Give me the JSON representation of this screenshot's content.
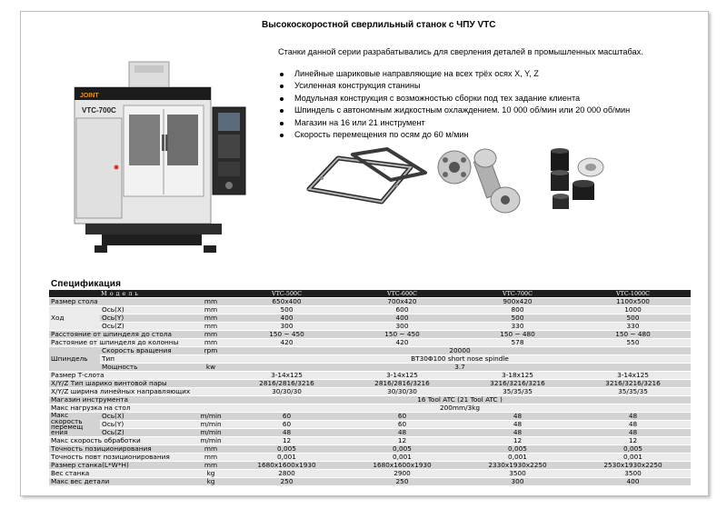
{
  "title": "Высокоскоростной сверлильный станок с ЧПУ VTC",
  "intro": "Станки данной серии разрабатывались для сверления деталей в промышленных масштабах.",
  "features": [
    "Линейные шариковые направляющие на всех трёх осях X, Y, Z",
    "Усиленная конструкция станины",
    "Модульная конструкция с возможностью сборки под тех задание клиента",
    "Шпиндель с автономным жидкостным охлаждением. 10 000 об/мин или 20 000 об/мин",
    "Магазин на 16 или 21 инструмент",
    "Скорость перемещения по осям до 60 м/мин"
  ],
  "machine": {
    "brand": "JOINT",
    "model": "VTC-700C"
  },
  "colors": {
    "header_bg": "#1e1e1e",
    "row_dark": "#d3d3d3",
    "row_light": "#ebebeb"
  },
  "spec": {
    "heading": "Спецификация",
    "header": {
      "model": "Модель",
      "models": [
        "VTC-500C",
        "VTC-600C",
        "VTC-700C",
        "VTC-1000C"
      ]
    },
    "rows": {
      "table_size": {
        "label": "Размер стола",
        "unit": "mm",
        "values": [
          "650x400",
          "700x420",
          "900x420",
          "1100x500"
        ]
      },
      "travel_group": "Ход",
      "travel_x": {
        "label": "Ось(X)",
        "unit": "mm",
        "values": [
          "500",
          "600",
          "800",
          "1000"
        ]
      },
      "travel_y": {
        "label": "Ось(Y)",
        "unit": "mm",
        "values": [
          "400",
          "400",
          "500",
          "500"
        ]
      },
      "travel_z": {
        "label": "Ось(Z)",
        "unit": "mm",
        "values": [
          "300",
          "300",
          "330",
          "330"
        ]
      },
      "spindle_to_table": {
        "label": "Расстояние от шпинделя до стола",
        "unit": "mm",
        "values": [
          "150 ~ 450",
          "150 ~ 450",
          "150 ~ 480",
          "150 ~ 480"
        ]
      },
      "spindle_to_column": {
        "label": "Растояние от шпинделя до колонны",
        "unit": "mm",
        "values": [
          "420",
          "420",
          "578",
          "550"
        ]
      },
      "spindle_group": "Шпиндель",
      "spindle_speed": {
        "label": "Скорость вращения",
        "unit": "rpm",
        "value": "20000"
      },
      "spindle_type": {
        "label": "Тип",
        "unit": "",
        "value": "BT30Φ100 short nose spindle"
      },
      "spindle_power": {
        "label": "Мощность",
        "unit": "kw",
        "value": "3.7"
      },
      "t_slot": {
        "label": "Размер Т-слота",
        "unit": "",
        "values": [
          "3-14x125",
          "3-14x125",
          "3-18x125",
          "3-14x125"
        ]
      },
      "ball_screw": {
        "label": "X/Y/Z Тип шарико винтовой пары",
        "unit": "",
        "values": [
          "2816/2816/3216",
          "2816/2816/3216",
          "3216/3216/3216",
          "3216/3216/3216"
        ]
      },
      "linear_width": {
        "label": "X/Y/Z ширина линейных направляющих",
        "unit": "",
        "values": [
          "30/30/30",
          "30/30/30",
          "35/35/35",
          "35/35/35"
        ]
      },
      "tool_magazine": {
        "label": "Магазин инструмента",
        "unit": "",
        "value": "16 Tool ATC  (21 Tool ATC )"
      },
      "max_load": {
        "label": "Макс нагрузка на стол",
        "unit": "",
        "value": "200mm/3kg"
      },
      "speed_group": [
        "Макс",
        "скорость",
        "перемещ",
        "ения"
      ],
      "speed_x": {
        "label": "Ось(X)",
        "unit": "m/min",
        "values": [
          "60",
          "60",
          "48",
          "48"
        ]
      },
      "speed_y": {
        "label": "Ось(Y)",
        "unit": "m/min",
        "values": [
          "60",
          "60",
          "48",
          "48"
        ]
      },
      "speed_z": {
        "label": "Ось(Z)",
        "unit": "m/min",
        "values": [
          "48",
          "48",
          "48",
          "48"
        ]
      },
      "max_cutting": {
        "label": "Макс скорость обработки",
        "unit": "m/min",
        "values": [
          "12",
          "12",
          "12",
          "12"
        ]
      },
      "positioning": {
        "label": "Точность позиционирования",
        "unit": "mm",
        "values": [
          "0,005",
          "0,005",
          "0,005",
          "0,005"
        ]
      },
      "repeatability": {
        "label": "Точность повт позиционирования",
        "unit": "mm",
        "values": [
          "0,001",
          "0,001",
          "0,001",
          "0,001"
        ]
      },
      "machine_size": {
        "label": "Размер станка(L*W*H)",
        "unit": "mm",
        "values": [
          "1680x1600x1930",
          "1680x1600x1930",
          "2330x1930x2250",
          "2530x1930x2250"
        ]
      },
      "weight": {
        "label": "Вес станка",
        "unit": "kg",
        "values": [
          "2800",
          "2900",
          "3500",
          "3500"
        ]
      },
      "max_workpiece": {
        "label": "Макс вес детали",
        "unit": "kg",
        "values": [
          "250",
          "250",
          "300",
          "400"
        ]
      }
    }
  }
}
